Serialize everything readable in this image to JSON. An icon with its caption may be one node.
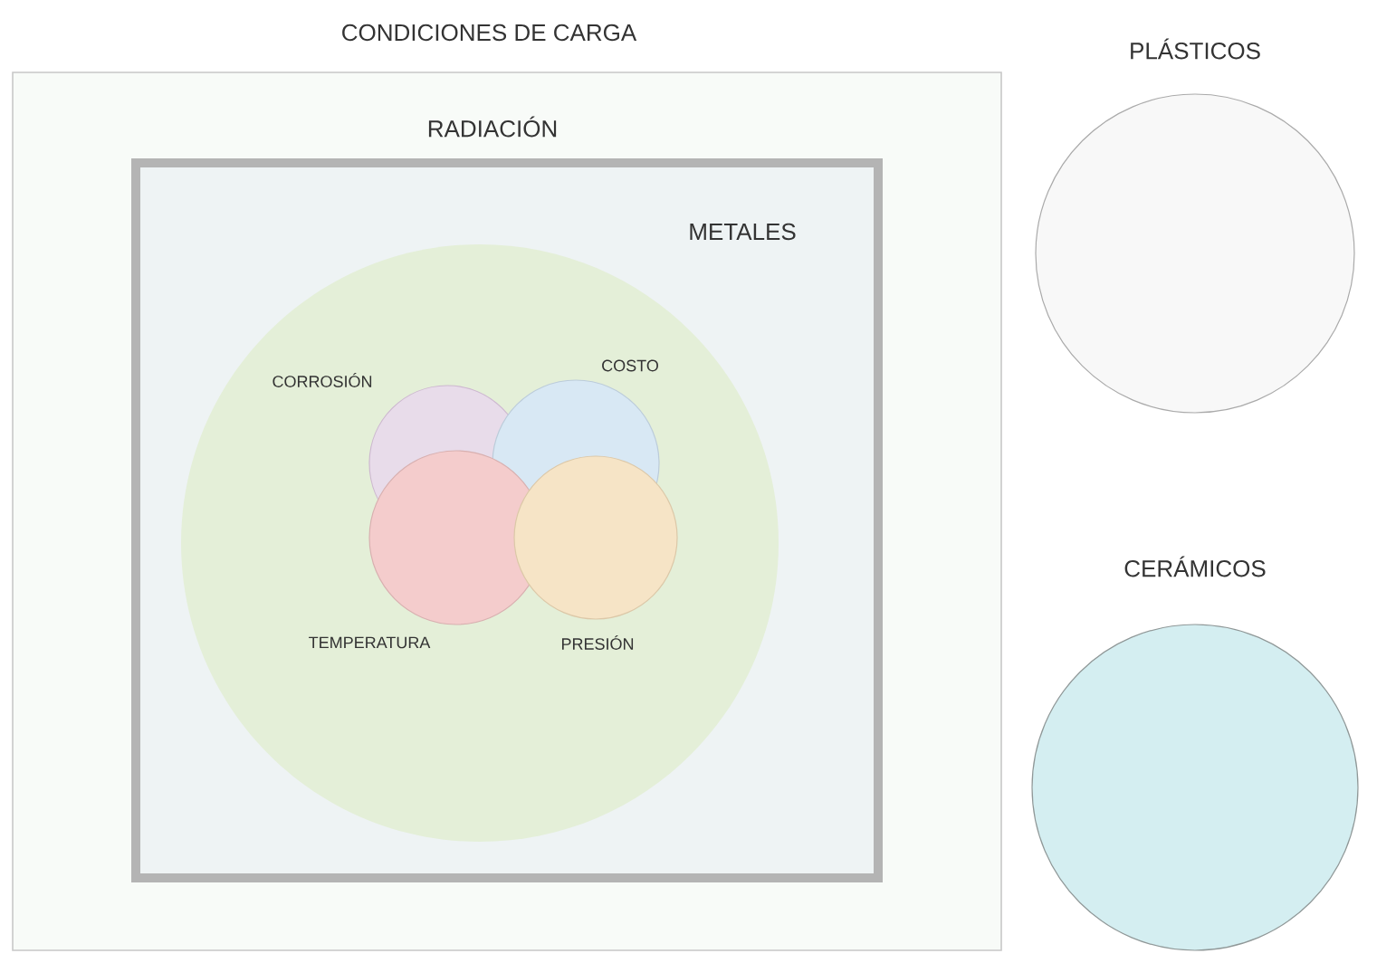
{
  "diagram": {
    "nodes": [
      {
        "text": [
          "CONDICIONES DE CARGA"
        ]
      },
      {
        "text": [
          "RADIACIÓN"
        ],
        "in": 0
      },
      {
        "text": [
          "METALES"
        ],
        "in": 1
      },
      {
        "text": [
          "CORROSIÓN"
        ],
        "in": 2
      },
      {
        "text": [
          "COSTO"
        ],
        "in": 2
      },
      {
        "text": [
          "TEMPERATURA"
        ],
        "in": 2
      },
      {
        "text": [
          "PRESIÓN"
        ],
        "in": 2
      },
      {
        "text": [
          "PLÁSTICOS"
        ]
      },
      {
        "text": [
          "CERÁMICOS"
        ]
      }
    ]
  }
}
